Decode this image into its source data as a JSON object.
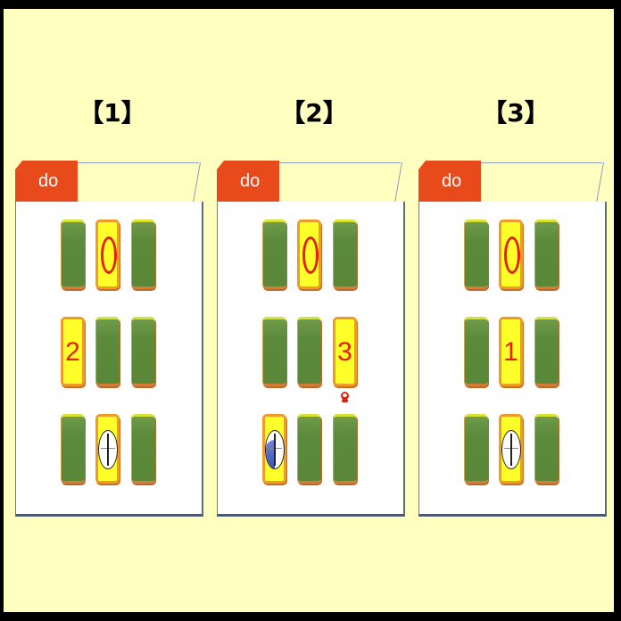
{
  "panels": [
    {
      "title": "【1】",
      "tab": "do",
      "grid": [
        [
          {
            "color": "green"
          },
          {
            "color": "yellow",
            "symbol": "0"
          },
          {
            "color": "green"
          }
        ],
        [
          {
            "color": "yellow",
            "symbol": "2"
          },
          {
            "color": "green"
          },
          {
            "color": "green"
          }
        ],
        [
          {
            "color": "green"
          },
          {
            "color": "yellow",
            "symbol": "clock-icon"
          },
          {
            "color": "green"
          }
        ]
      ]
    },
    {
      "title": "【2】",
      "tab": "do",
      "grid": [
        [
          {
            "color": "green"
          },
          {
            "color": "yellow",
            "symbol": "0"
          },
          {
            "color": "green"
          }
        ],
        [
          {
            "color": "green"
          },
          {
            "color": "green"
          },
          {
            "color": "yellow",
            "symbol": "3"
          }
        ],
        [
          {
            "color": "yellow",
            "symbol": "clock-icon-partial"
          },
          {
            "color": "green"
          },
          {
            "color": "green"
          }
        ]
      ],
      "marker": {
        "icon": "character-marker-icon",
        "row": 1,
        "col": 2
      }
    },
    {
      "title": "【3】",
      "tab": "do",
      "grid": [
        [
          {
            "color": "green"
          },
          {
            "color": "yellow",
            "symbol": "0"
          },
          {
            "color": "green"
          }
        ],
        [
          {
            "color": "green"
          },
          {
            "color": "yellow",
            "symbol": "1"
          },
          {
            "color": "green"
          }
        ],
        [
          {
            "color": "green"
          },
          {
            "color": "yellow",
            "symbol": "clock-icon"
          },
          {
            "color": "green"
          }
        ]
      ]
    }
  ],
  "colors": {
    "background": "#ffffc0",
    "tab": "#e84a1c",
    "green_button": "#5b8a3a",
    "yellow_button": "#ffff2a",
    "digit": "#e2200c"
  }
}
